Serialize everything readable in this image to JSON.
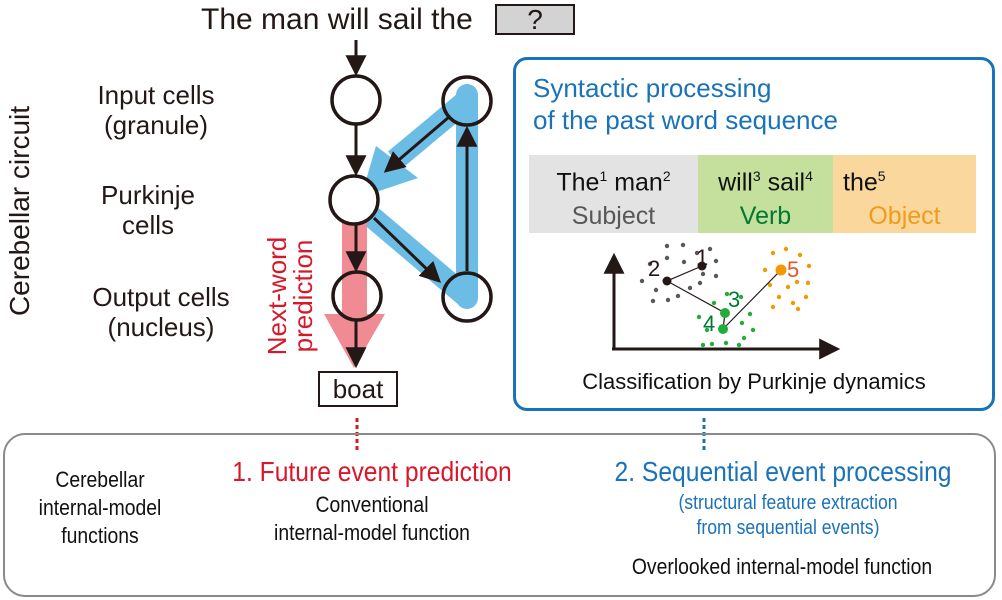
{
  "top": {
    "sentence": "The man will sail the",
    "blank": "?"
  },
  "circuit": {
    "side_label": "Cerebellar circuit",
    "rows": [
      {
        "line1": "Input cells",
        "line2": "(granule)"
      },
      {
        "line1": "Purkinje",
        "line2": "cells"
      },
      {
        "line1": "Output cells",
        "line2": "(nucleus)"
      }
    ],
    "prediction_label": {
      "line1": "Next-word",
      "line2": "prediction"
    },
    "output_word": "boat"
  },
  "syntax_panel": {
    "title_line1": "Syntactic processing",
    "title_line2": "of the past word sequence",
    "segments": [
      {
        "words": [
          {
            "w": "The",
            "n": "1"
          },
          {
            "w": "man",
            "n": "2"
          }
        ],
        "category": "Subject",
        "bg": "#e3e3e3",
        "fg": "#595757"
      },
      {
        "words": [
          {
            "w": "will",
            "n": "3"
          },
          {
            "w": "sail",
            "n": "4"
          }
        ],
        "category": "Verb",
        "bg": "#c4e09c",
        "fg": "#007a33"
      },
      {
        "words": [
          {
            "w": "the",
            "n": "5"
          }
        ],
        "category": "Object",
        "bg": "#fad89d",
        "fg": "#f19b1c"
      }
    ],
    "scatter_labels": [
      "1",
      "2",
      "3",
      "4",
      "5"
    ],
    "caption": "Classification by Purkinje dynamics"
  },
  "colors": {
    "red": "#d7182a",
    "blue": "#1a72b9",
    "light_blue": "#6cbde6",
    "pink": "#f08a93",
    "grey_dots": "#595757",
    "green_dots": "#22ac38",
    "orange_dots": "#f39800"
  },
  "functions": {
    "heading": [
      "Cerebellar",
      "internal-model",
      "functions"
    ],
    "f1_title": "1. Future event prediction",
    "f1_desc": [
      "Conventional",
      "internal-model function"
    ],
    "f2_title": "2. Sequential event processing",
    "f2_sub": [
      "(structural feature extraction",
      "from sequential events)"
    ],
    "f2_desc": "Overlooked internal-model function"
  }
}
